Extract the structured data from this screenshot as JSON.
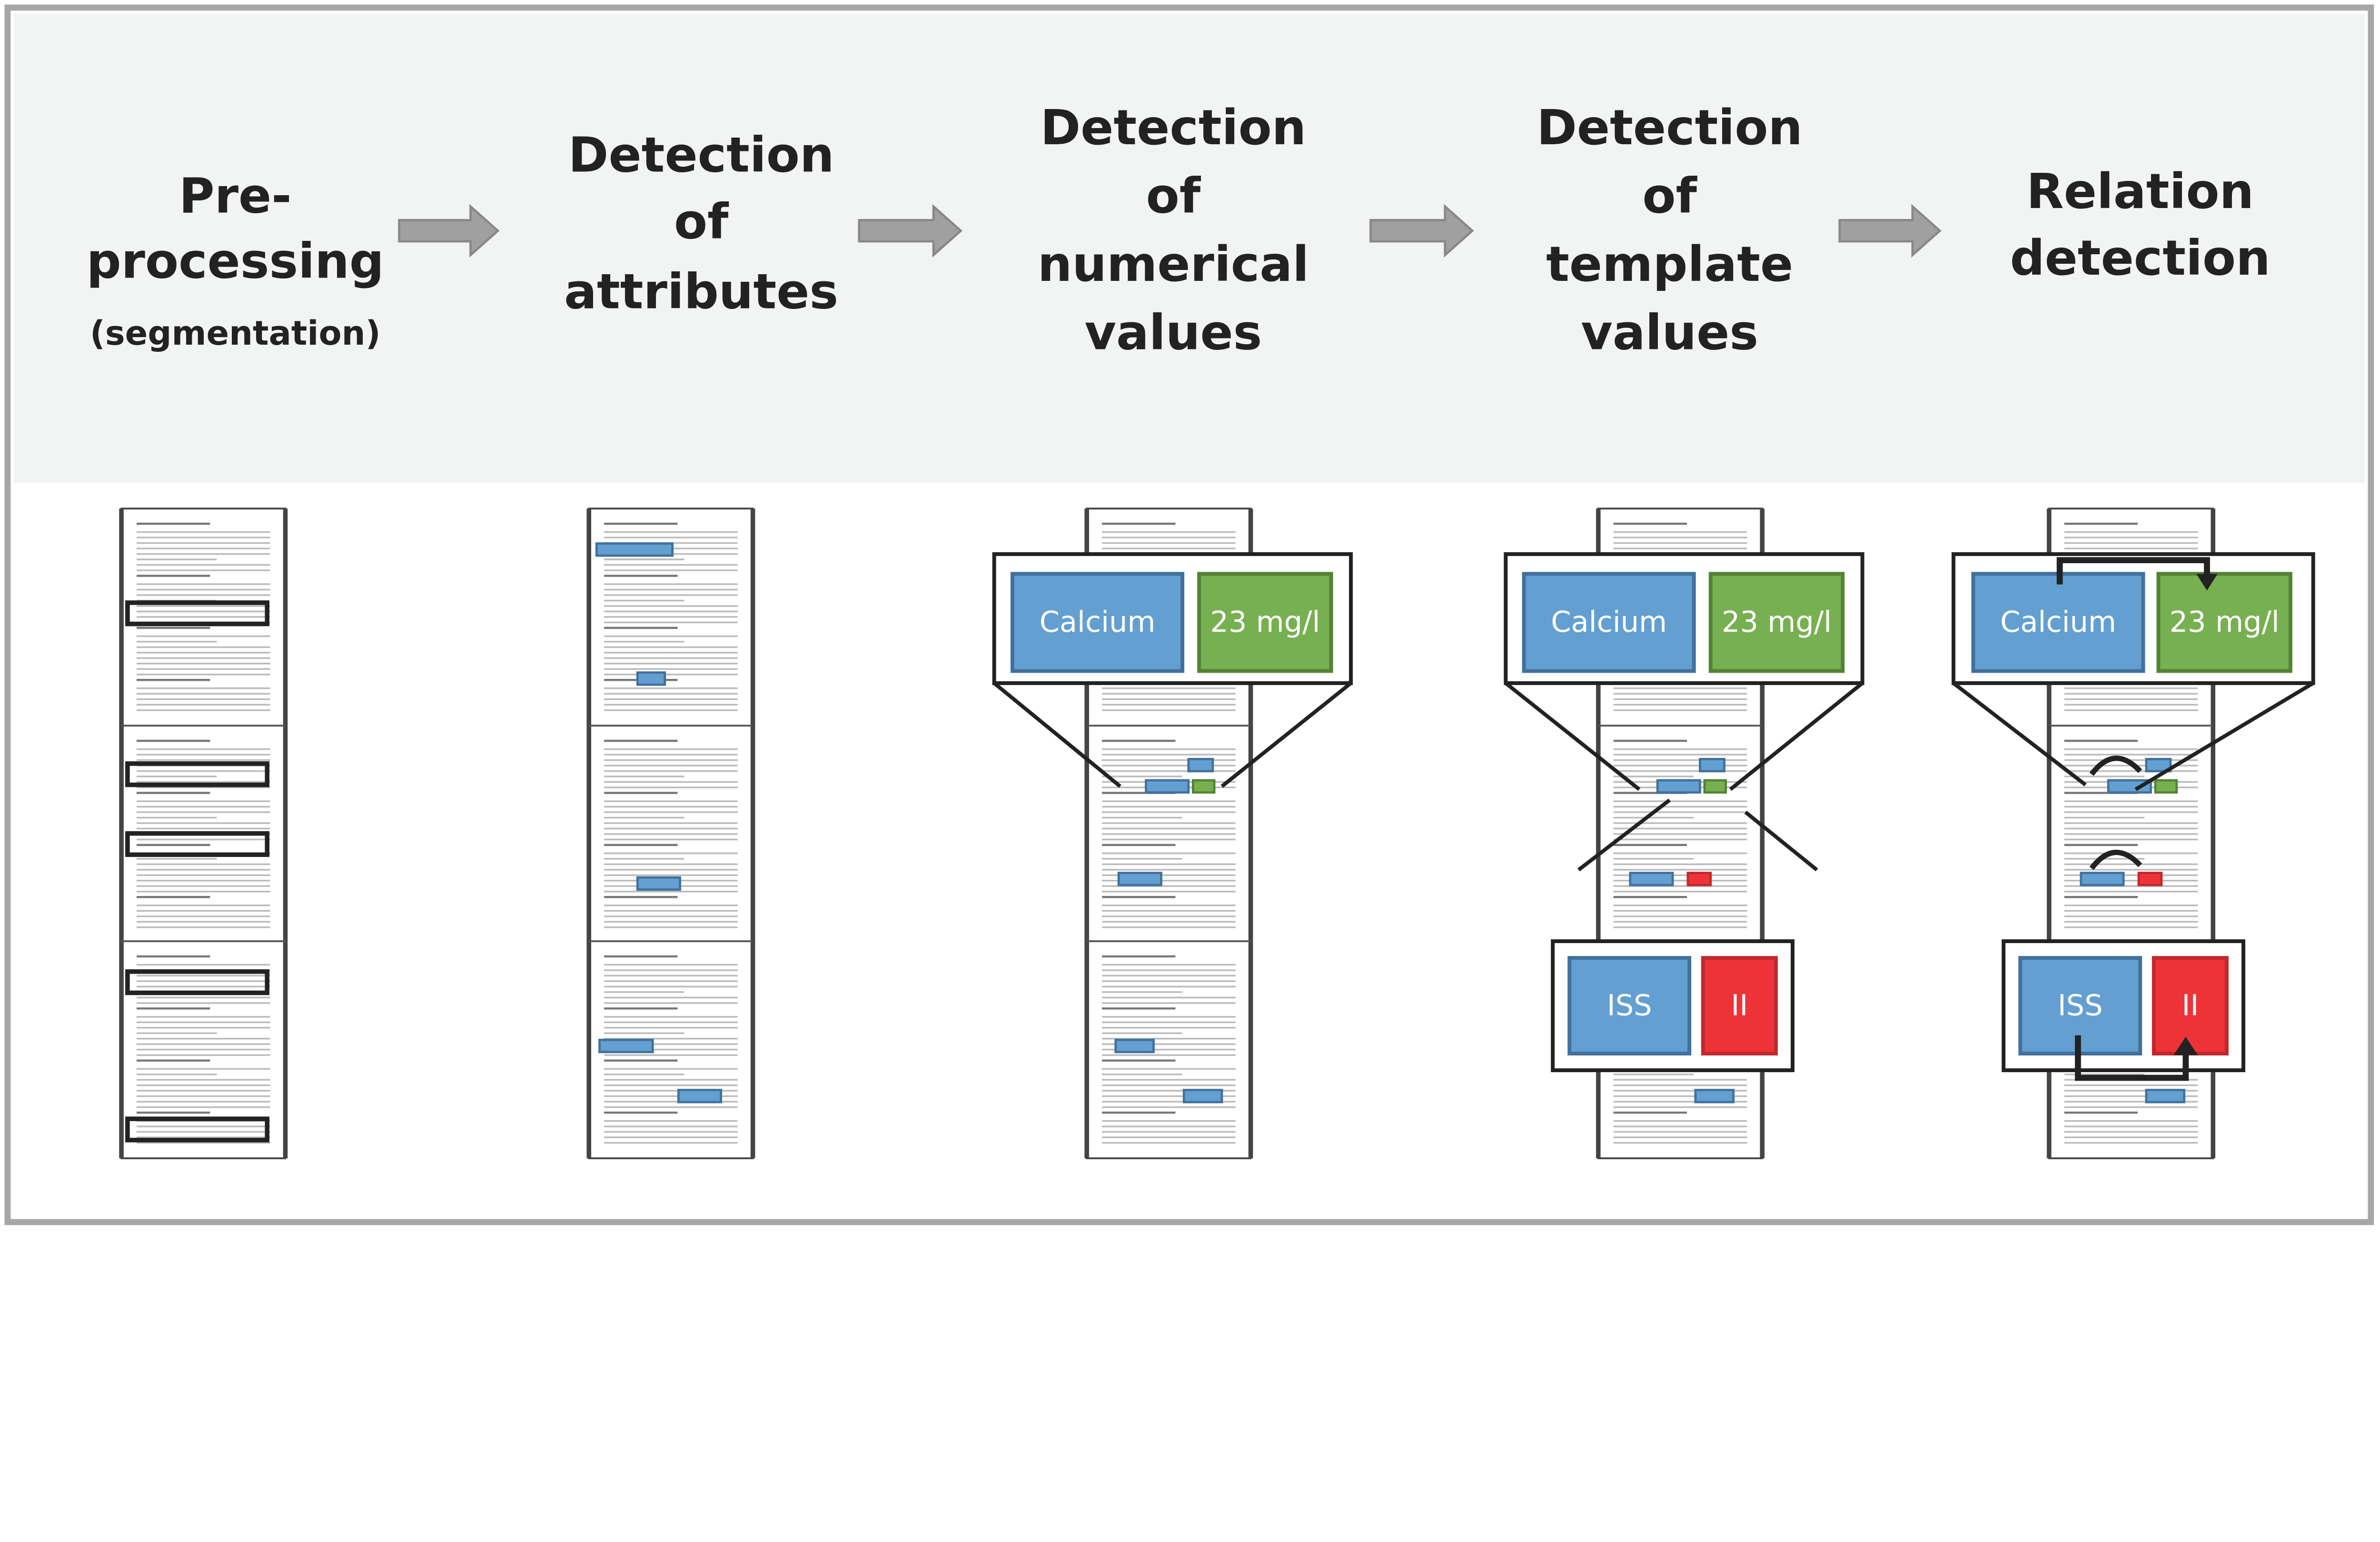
{
  "steps": [
    {
      "title": [
        "Pre-",
        "processing"
      ],
      "subtitle": "(segmentation)"
    },
    {
      "title": [
        "Detection",
        "of",
        "attributes"
      ]
    },
    {
      "title": [
        "Detection",
        "of",
        "numerical",
        "values"
      ]
    },
    {
      "title": [
        "Detection",
        "of",
        "template",
        "values"
      ]
    },
    {
      "title": [
        "Relation",
        "detection"
      ]
    }
  ],
  "labels": {
    "attribute": "Calcium",
    "numerical_value": "23 mg/l",
    "template_attribute": "ISS",
    "template_value": "II"
  },
  "colors": {
    "header_bg": "#f2f4f3",
    "border": "#a6a6a6",
    "arrow": "#a0a0a0",
    "attribute_blue": "#639fd1",
    "attribute_blue_edge": "#41719c",
    "value_green": "#77b050",
    "value_green_edge": "#548235",
    "template_red": "#ee3338",
    "template_red_edge": "#c0282d"
  }
}
